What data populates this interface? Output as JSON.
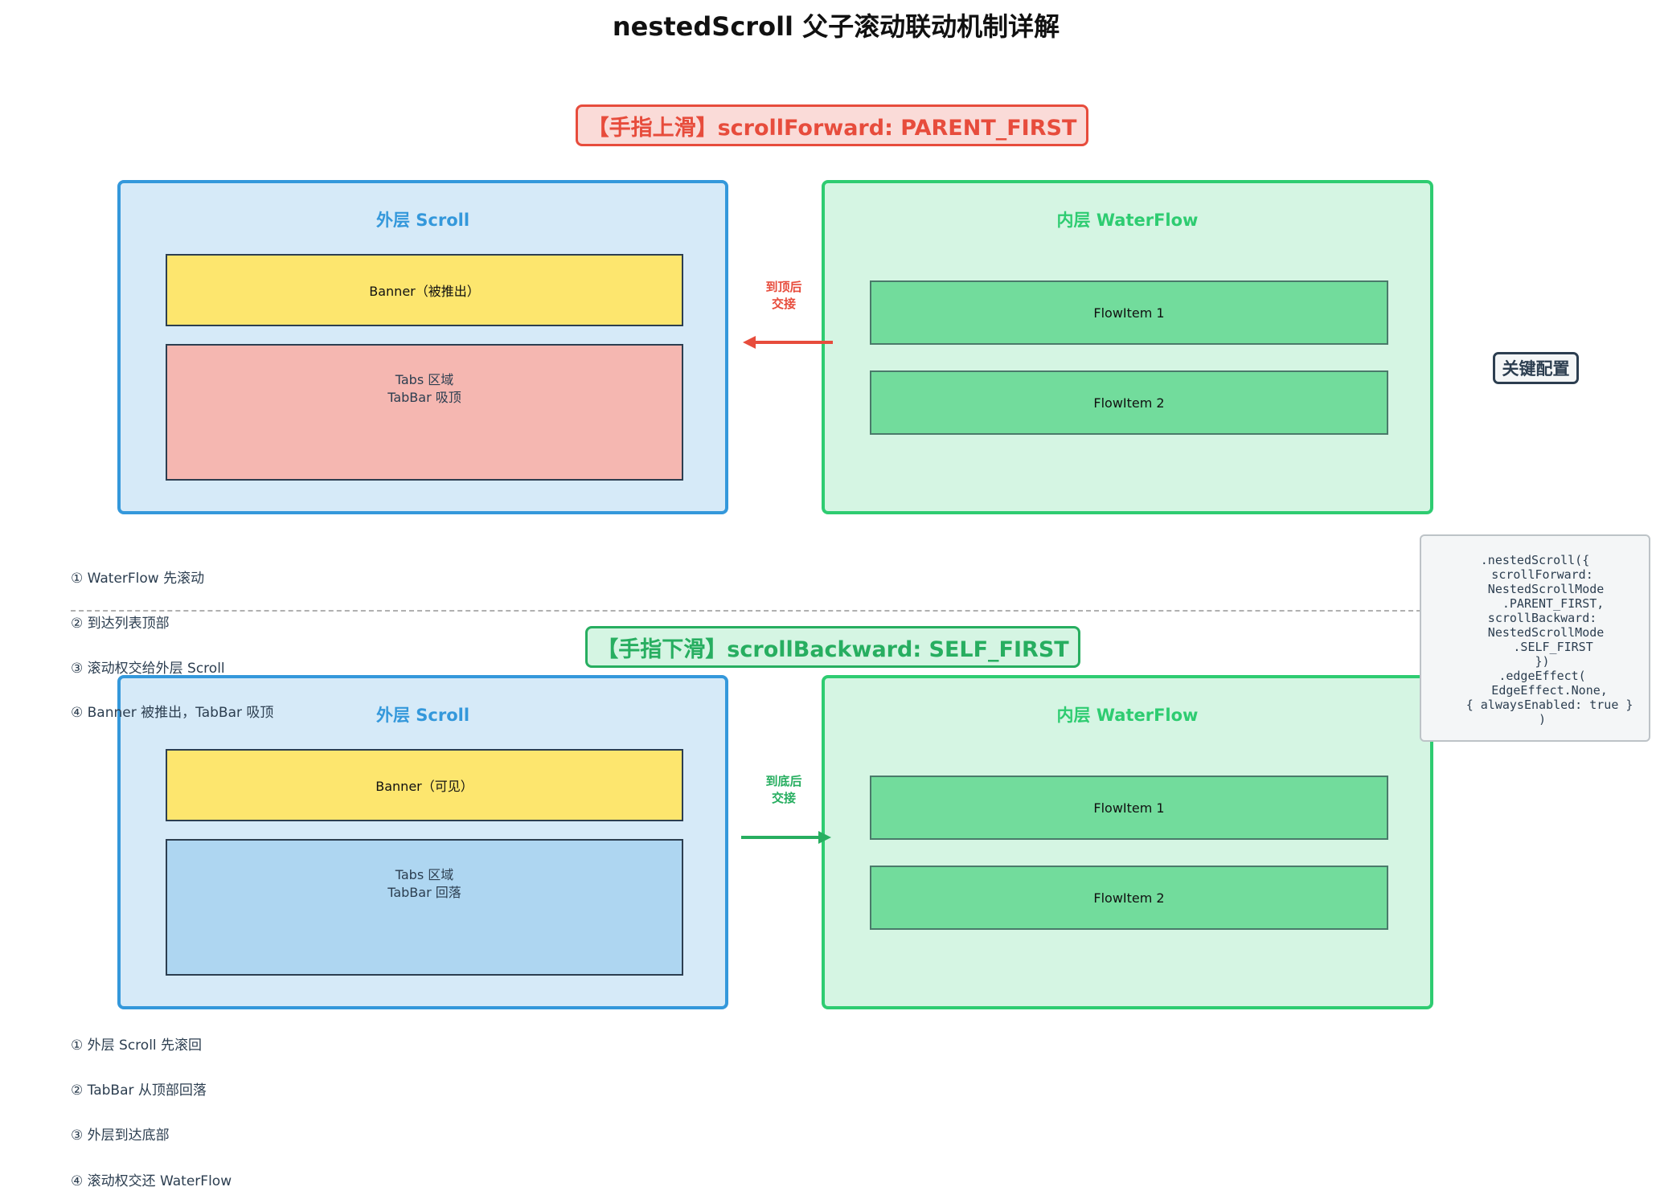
{
  "title": "nestedScroll 父子滚动联动机制详解",
  "sections": {
    "up": {
      "header": "【手指上滑】scrollForward: PARENT_FIRST",
      "outer_title": "外层 Scroll",
      "banner": "Banner（被推出）",
      "tabs_line1": "Tabs 区域",
      "tabs_line2": "TabBar 吸顶",
      "inner_title": "内层 WaterFlow",
      "flow_item_1": "FlowItem 1",
      "flow_item_2": "FlowItem 2",
      "handoff_line1": "到顶后",
      "handoff_line2": "交接",
      "steps": [
        "① WaterFlow 先滚动",
        "② 到达列表顶部",
        "③ 滚动权交给外层 Scroll",
        "④ Banner 被推出，TabBar 吸顶"
      ]
    },
    "down": {
      "header": "【手指下滑】scrollBackward: SELF_FIRST",
      "outer_title": "外层 Scroll",
      "banner": "Banner（可见）",
      "tabs_line1": "Tabs 区域",
      "tabs_line2": "TabBar 回落",
      "inner_title": "内层 WaterFlow",
      "flow_item_1": "FlowItem 1",
      "flow_item_2": "FlowItem 2",
      "handoff_line1": "到底后",
      "handoff_line2": "交接",
      "steps": [
        "① 外层 Scroll 先滚回",
        "② TabBar 从顶部回落",
        "③ 外层到达底部",
        "④ 滚动权交还 WaterFlow"
      ]
    }
  },
  "key_config": {
    "label": "关键配置",
    "code": ".nestedScroll({\n  scrollForward:\n   NestedScrollMode\n     .PARENT_FIRST,\n  scrollBackward:\n   NestedScrollMode\n     .SELF_FIRST\n  })\n  .edgeEffect(\n    EdgeEffect.None,\n    { alwaysEnabled: true }\n  )"
  },
  "colors": {
    "red": "#e74c3c",
    "green": "#27ae60",
    "outer_blue": "#3498db",
    "inner_green": "#2ecc71",
    "banner_yellow": "#fde66e",
    "tabs_red": "#f5b7b1",
    "tabs_blue": "#aed6f1"
  },
  "icons": {
    "up_arrow": "arrow-left-icon",
    "down_arrow": "arrow-right-icon"
  }
}
